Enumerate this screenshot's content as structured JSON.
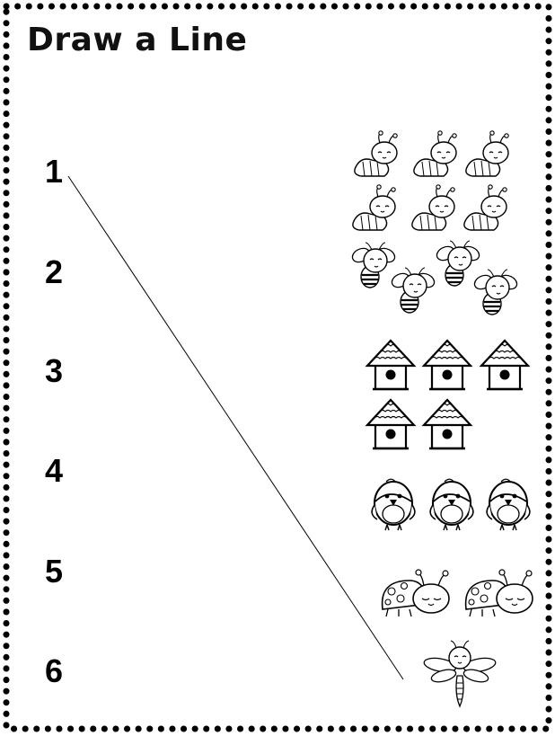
{
  "worksheet": {
    "title": "Draw a Line",
    "numbers": [
      "1",
      "2",
      "3",
      "4",
      "5",
      "6"
    ]
  },
  "picture_groups": [
    {
      "name": "caterpillars",
      "count": 6,
      "icon": "caterpillar-icon"
    },
    {
      "name": "bees",
      "count": 4,
      "icon": "bee-icon"
    },
    {
      "name": "birdhouses",
      "count": 5,
      "icon": "birdhouse-icon"
    },
    {
      "name": "birds",
      "count": 3,
      "icon": "bird-icon"
    },
    {
      "name": "ladybugs",
      "count": 2,
      "icon": "ladybug-icon"
    },
    {
      "name": "dragonfly",
      "count": 1,
      "icon": "dragonfly-icon"
    }
  ],
  "answer_line": {
    "from_number": "1",
    "to_group": "dragonfly"
  },
  "colors": {
    "ink": "#000000",
    "paper": "#ffffff"
  }
}
